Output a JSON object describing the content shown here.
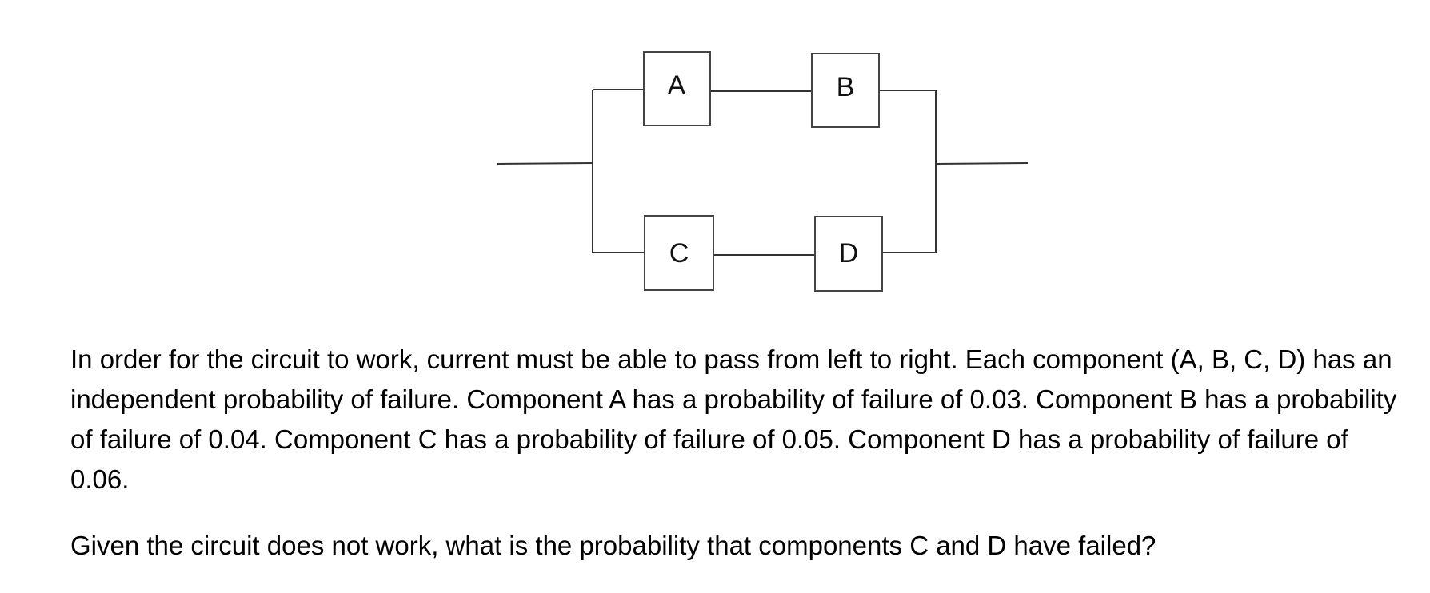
{
  "diagram": {
    "components": [
      {
        "id": "A",
        "label": "A"
      },
      {
        "id": "B",
        "label": "B"
      },
      {
        "id": "C",
        "label": "C"
      },
      {
        "id": "D",
        "label": "D"
      }
    ]
  },
  "problem": {
    "description": "In order for the circuit to work, current must be able to pass from left to right. Each component (A, B, C, D) has an independent probability of failure. Component A has a probability of failure of 0.03. Component B has a probability of failure of 0.04. Component C has a probability of failure of 0.05. Component D has a probability of failure of 0.06.",
    "question": "Given the circuit does not work, what is the probability that components C and D have failed?"
  }
}
